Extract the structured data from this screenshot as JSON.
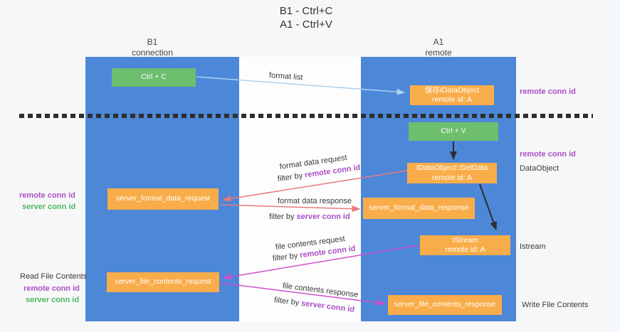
{
  "title": {
    "line1": "B1 - Ctrl+C",
    "line2": "A1 - Ctrl+V"
  },
  "lanes": {
    "b1": {
      "name": "B1",
      "subtitle": "connection"
    },
    "a1": {
      "name": "A1",
      "subtitle": "remote"
    }
  },
  "boxes": {
    "ctrl_c": {
      "label": "Ctrl + C"
    },
    "save_dataobject": {
      "line1": "保存IDataObject",
      "line2": "remote id: A"
    },
    "ctrl_v": {
      "label": "Ctrl + V"
    },
    "getdata": {
      "line1": "IDataObject::GetData",
      "line2": "remote id: A"
    },
    "server_format_data_request": {
      "label": "server_format_data_request"
    },
    "server_format_data_response": {
      "label": "server_format_data_response"
    },
    "istream": {
      "line1": "IStream",
      "line2": "remote id: A"
    },
    "server_file_contents_request": {
      "label": "server_file_contents_request"
    },
    "server_file_contents_response": {
      "label": "server_file_contents_response"
    }
  },
  "arrow_labels": {
    "format_list": "format list",
    "format_data_request": "format data request",
    "format_data_request_filter": {
      "prefix": "filter by ",
      "highlight": "remote conn id"
    },
    "format_data_response": "format data response",
    "format_data_response_filter": {
      "prefix": "filter by ",
      "highlight": "server conn id"
    },
    "file_contents_request": "file contents request",
    "file_contents_request_filter": {
      "prefix": "filter by ",
      "highlight": "remote conn id"
    },
    "file_contents_response": "file contents response",
    "file_contents_response_filter": {
      "prefix": "filter by ",
      "highlight": "server conn id"
    }
  },
  "side_labels": {
    "left_mid": {
      "remote": "remote conn id",
      "server": "server conn id"
    },
    "left_bottom": {
      "title": "Read File Contents",
      "remote": "remote conn id",
      "server": "server conn id"
    },
    "right_top": {
      "remote": "remote conn id"
    },
    "right_mid": {
      "remote": "remote conn id",
      "object": "DataObject"
    },
    "right_istream": "Istream",
    "right_bottom": "Write File Contents"
  },
  "colors": {
    "lane_blue": "#4d87d8",
    "box_orange": "#f9ad4a",
    "box_green": "#6dbf6d",
    "arrow_light_blue": "#aad2f0",
    "arrow_red": "#e87a7a",
    "arrow_magenta": "#cc52cc",
    "arrow_black": "#2e2e2e",
    "highlight_purple": "#ab4fc8",
    "highlight_green": "#4cb860"
  }
}
